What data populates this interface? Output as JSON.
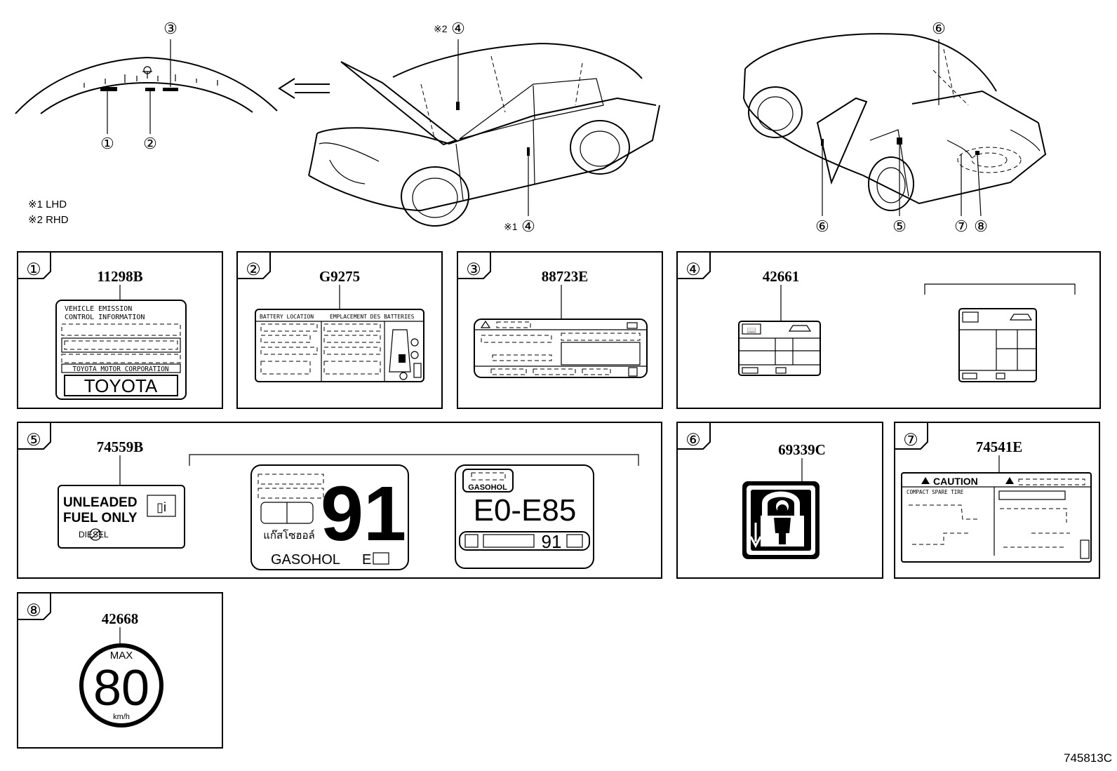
{
  "notes": {
    "note1": "※1 LHD",
    "note2": "※2 RHD"
  },
  "callouts": {
    "c1": "①",
    "c2": "②",
    "c3": "③",
    "c4": "④",
    "c5": "⑤",
    "c6": "⑥",
    "c7": "⑦",
    "c8": "⑧",
    "mark1": "※1",
    "mark2": "※2"
  },
  "panels": [
    {
      "num": "①",
      "part": "11298B"
    },
    {
      "num": "②",
      "part": "G9275"
    },
    {
      "num": "③",
      "part": "88723E"
    },
    {
      "num": "④",
      "part": "42661"
    },
    {
      "num": "⑤",
      "part": "74559B"
    },
    {
      "num": "⑥",
      "part": "69339C"
    },
    {
      "num": "⑦",
      "part": "74541E"
    },
    {
      "num": "⑧",
      "part": "42668"
    }
  ],
  "labels": {
    "emission_l1": "VEHICLE  EMISSION",
    "emission_l2": "CONTROL  INFORMATION",
    "emission_corp": "TOYOTA  MOTOR  CORPORATION",
    "emission_brand": "TOYOTA",
    "battery_l": "BATTERY  LOCATION",
    "battery_r": "EMPLACEMENT  DES  BATTERIES",
    "fuel_l1": "UNLEADED",
    "fuel_l2": "FUEL ONLY",
    "fuel_diesel": "DIESEL",
    "octane": "91",
    "thai": "แก๊สโซฮอล์",
    "gasohol": "GASOHOL",
    "gasohol_e": "E",
    "gasohol_small": "GASOHOL",
    "e_range": "E0-E85",
    "small91": "91",
    "caution": "CAUTION",
    "spare_tire": "COMPACT SPARE TIRE",
    "speed_max": "MAX",
    "speed_val": "80",
    "speed_unit": "km/h"
  },
  "diagram_id": "745813C"
}
